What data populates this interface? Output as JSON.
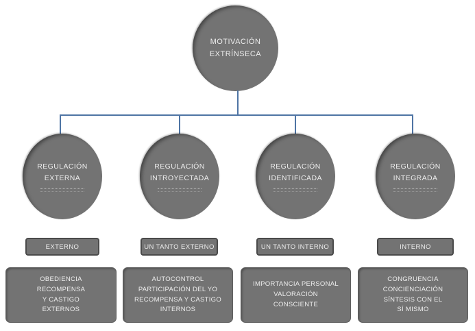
{
  "root": {
    "lines": [
      "MOTIVACIÓN",
      "EXTRÍNSECA"
    ]
  },
  "branches": [
    {
      "circle_lines": [
        "REGULACIÓN",
        "EXTERNA"
      ],
      "level": "EXTERNO",
      "desc_lines": [
        "OBEDIENCIA",
        "RECOMPENSA",
        "Y CASTIGO",
        "EXTERNOS"
      ]
    },
    {
      "circle_lines": [
        "REGULACIÓN",
        "INTROYECTADA"
      ],
      "level": "UN TANTO EXTERNO",
      "desc_lines": [
        "AUTOCONTROL",
        "PARTICIPACIÓN DEL YO",
        "RECOMPENSA Y CASTIGO",
        "INTERNOS"
      ]
    },
    {
      "circle_lines": [
        "REGULACIÓN",
        "IDENTIFICADA"
      ],
      "level": "UN TANTO INTERNO",
      "desc_lines": [
        "IMPORTANCIA PERSONAL",
        "VALORACIÓN",
        "CONSCIENTE"
      ]
    },
    {
      "circle_lines": [
        "REGULACIÓN",
        "INTEGRADA"
      ],
      "level": "INTERNO",
      "desc_lines": [
        "CONGRUENCIA",
        "CONCIENCIACIÓN",
        "SÍNTESIS CON EL",
        "SÍ MISMO"
      ]
    }
  ],
  "colors": {
    "node_fill": "#737373",
    "node_text": "#ededed",
    "connector": "#4e74a4",
    "box_border": "#4a4a4a",
    "background": "#ffffff"
  }
}
